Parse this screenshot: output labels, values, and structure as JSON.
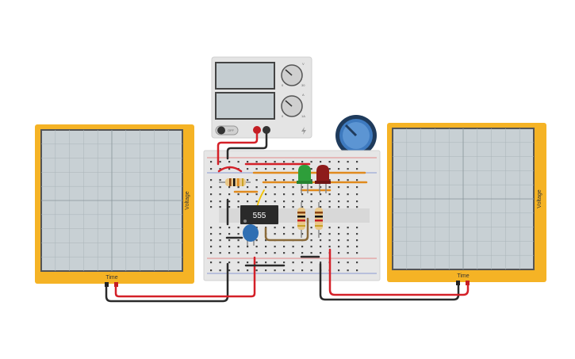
{
  "oscilloscope_left": {
    "x_label": "Time",
    "y_label": "Voltage"
  },
  "oscilloscope_right": {
    "x_label": "Time",
    "y_label": "Voltage"
  },
  "timer_ic": {
    "label": "555"
  },
  "power_supply": {
    "output_label": "OFF",
    "voltage_knob_marks": {
      "max": "30",
      "min": "0",
      "title": "V"
    },
    "current_knob_marks": {
      "max": "1A",
      "min": "0",
      "title": "A"
    }
  },
  "colors": {
    "scope_frame": "#F5B325",
    "scope_screen": "#C8D0D4",
    "scope_border": "#555555",
    "breadboard": "#E6E6E6",
    "wire_red": "#D42028",
    "wire_black": "#2A2A2A",
    "wire_orange": "#E08A1E",
    "led_green": "#2E9E3A",
    "led_red": "#8E1B1B",
    "capacitor": "#2F6FB3",
    "pot_body": "#3A6FB0"
  }
}
